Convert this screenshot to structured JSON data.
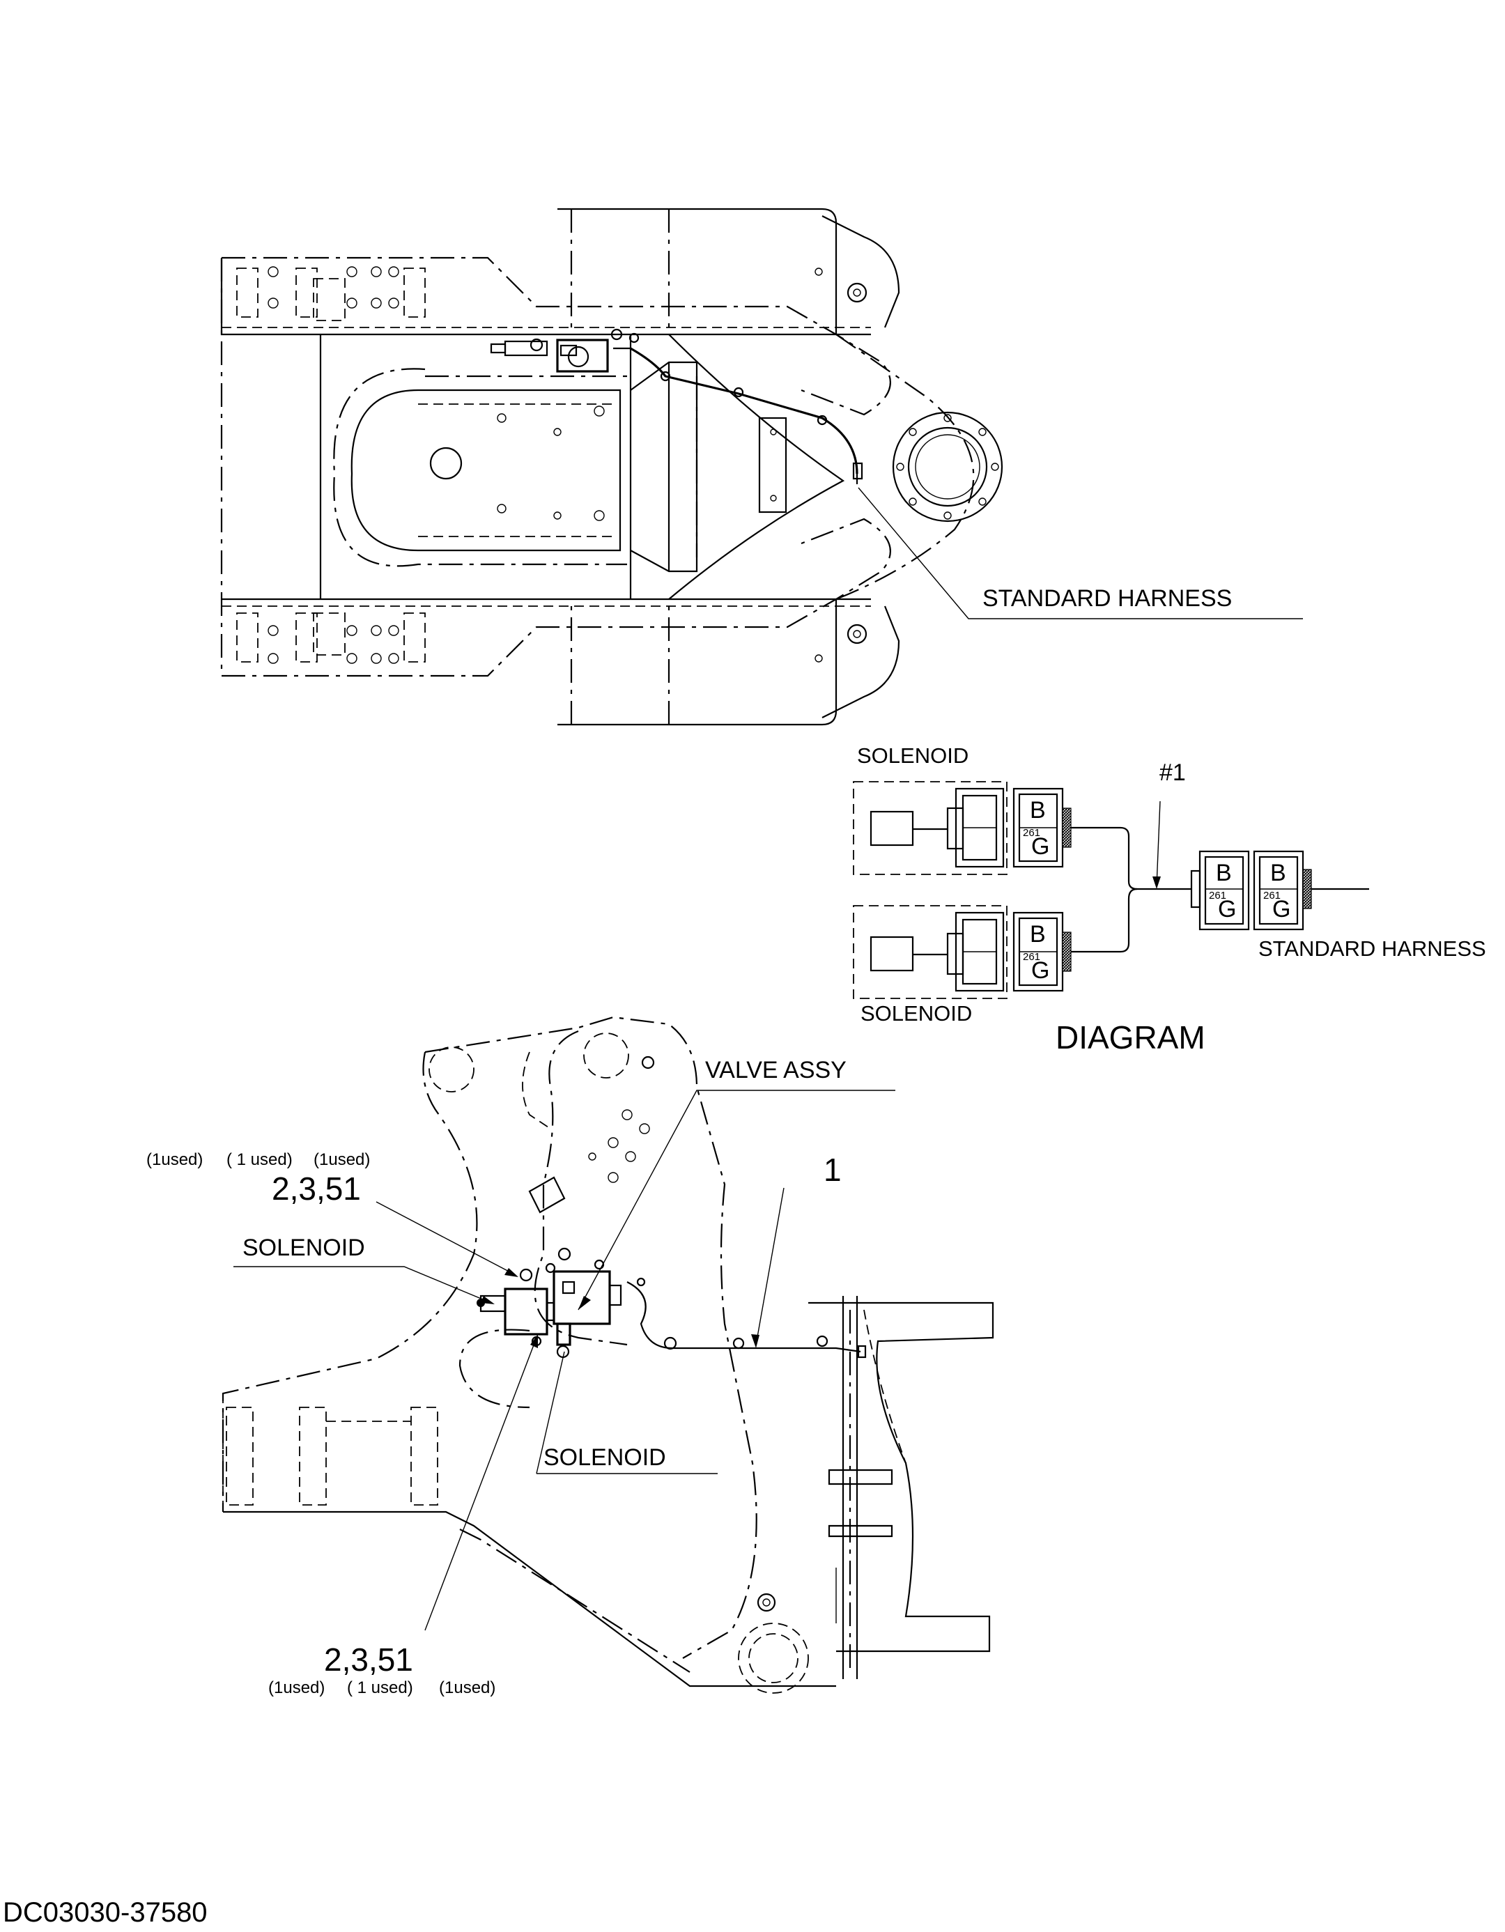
{
  "labels": {
    "standard_harness_top": "STANDARD HARNESS",
    "solenoid_diag_top": "SOLENOID",
    "solenoid_diag_bottom": "SOLENOID",
    "wire_ref": "#1",
    "standard_harness_diag": "STANDARD HARNESS",
    "diagram_title": "DIAGRAM",
    "valve_assy": "VALVE ASSY",
    "part_1": "1",
    "parts_top": "2,3,51",
    "parts_bottom": "2,3,51",
    "used_top_1": "(1used)",
    "used_top_2": "( 1 used)",
    "used_top_3": "(1used)",
    "used_bottom_1": "(1used)",
    "used_bottom_2": "( 1 used)",
    "used_bottom_3": "(1used)",
    "solenoid_left": "SOLENOID",
    "solenoid_lower": "SOLENOID",
    "drawing_code": "DC03030-37580"
  },
  "connectors": {
    "letter_b": "B",
    "letter_g": "G",
    "code": "261"
  }
}
